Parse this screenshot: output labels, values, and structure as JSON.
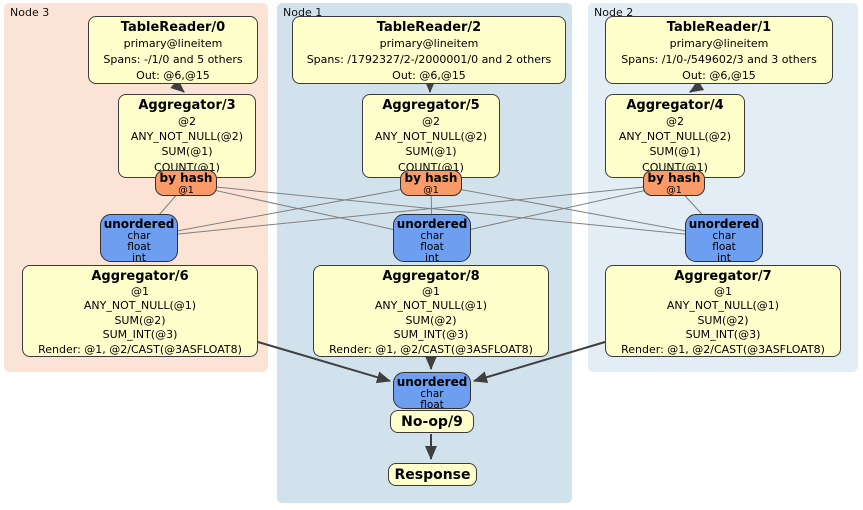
{
  "node_groups": [
    {
      "label": "Node 3",
      "table_reader": {
        "title": "TableReader/0",
        "index": "primary@lineitem",
        "spans": "Spans: -/1/0 and 5 others",
        "out": "Out: @6,@15"
      },
      "aggregator": {
        "title": "Aggregator/3",
        "lines": [
          "@2",
          "ANY_NOT_NULL(@2)",
          "SUM(@1)",
          "COUNT(@1)"
        ]
      },
      "router": {
        "title": "by hash",
        "key": "@1"
      },
      "sync": {
        "title": "unordered",
        "types": [
          "char",
          "float",
          "int"
        ]
      },
      "aggregator2": {
        "title": "Aggregator/6",
        "lines": [
          "@1",
          "ANY_NOT_NULL(@1)",
          "SUM(@2)",
          "SUM_INT(@3)",
          "Render: @1, @2/CAST(@3ASFLOAT8)"
        ]
      }
    },
    {
      "label": "Node 1",
      "table_reader": {
        "title": "TableReader/2",
        "index": "primary@lineitem",
        "spans": "Spans: /1792327/2-/2000001/0 and 2 others",
        "out": "Out: @6,@15"
      },
      "aggregator": {
        "title": "Aggregator/5",
        "lines": [
          "@2",
          "ANY_NOT_NULL(@2)",
          "SUM(@1)",
          "COUNT(@1)"
        ]
      },
      "router": {
        "title": "by hash",
        "key": "@1"
      },
      "sync": {
        "title": "unordered",
        "types": [
          "char",
          "float",
          "int"
        ]
      },
      "aggregator2": {
        "title": "Aggregator/8",
        "lines": [
          "@1",
          "ANY_NOT_NULL(@1)",
          "SUM(@2)",
          "SUM_INT(@3)",
          "Render: @1, @2/CAST(@3ASFLOAT8)"
        ]
      }
    },
    {
      "label": "Node 2",
      "table_reader": {
        "title": "TableReader/1",
        "index": "primary@lineitem",
        "spans": "Spans: /1/0-/549602/3 and 3 others",
        "out": "Out: @6,@15"
      },
      "aggregator": {
        "title": "Aggregator/4",
        "lines": [
          "@2",
          "ANY_NOT_NULL(@2)",
          "SUM(@1)",
          "COUNT(@1)"
        ]
      },
      "router": {
        "title": "by hash",
        "key": "@1"
      },
      "sync": {
        "title": "unordered",
        "types": [
          "char",
          "float",
          "int"
        ]
      },
      "aggregator2": {
        "title": "Aggregator/7",
        "lines": [
          "@1",
          "ANY_NOT_NULL(@1)",
          "SUM(@2)",
          "SUM_INT(@3)",
          "Render: @1, @2/CAST(@3ASFLOAT8)"
        ]
      }
    }
  ],
  "final_stage": {
    "sync": {
      "title": "unordered",
      "types": [
        "char",
        "float"
      ]
    },
    "noop_label": "No-op/9",
    "response_label": "Response"
  },
  "colors": {
    "node3_bg": "#fbe3d6",
    "node1_bg": "#d2e2ec",
    "node2_bg": "#e3edf5",
    "processor_fill": "#ffffcc",
    "router_fill": "#f89b68",
    "sync_fill": "#6d9ef0",
    "edge_thin": "#808080",
    "edge_thick": "#3f3f3f"
  }
}
